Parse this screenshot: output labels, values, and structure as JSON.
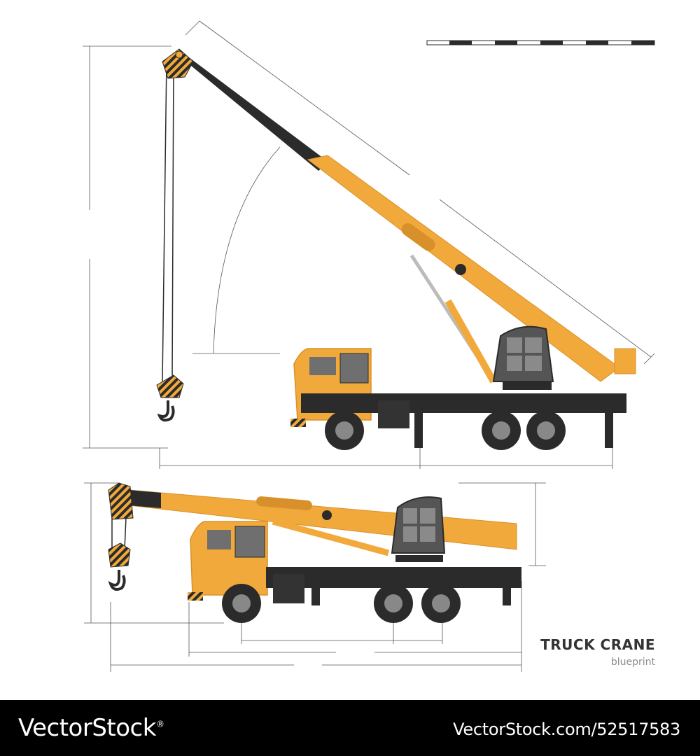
{
  "caption": {
    "title": "TRUCK CRANE",
    "subtitle": "blueprint"
  },
  "footer": {
    "brand": "VectorStock",
    "brand_mark": "®",
    "url": "VectorStock.com/52517583"
  },
  "colors": {
    "crane_yellow": "#f2a93b",
    "crane_yellow_dark": "#d8902a",
    "chassis_black": "#2b2b2b",
    "window_gray": "#6f6f6f",
    "dimension_line": "#555555",
    "hazard_stripe": "#2b2b2b",
    "footer_bg": "#000000"
  }
}
